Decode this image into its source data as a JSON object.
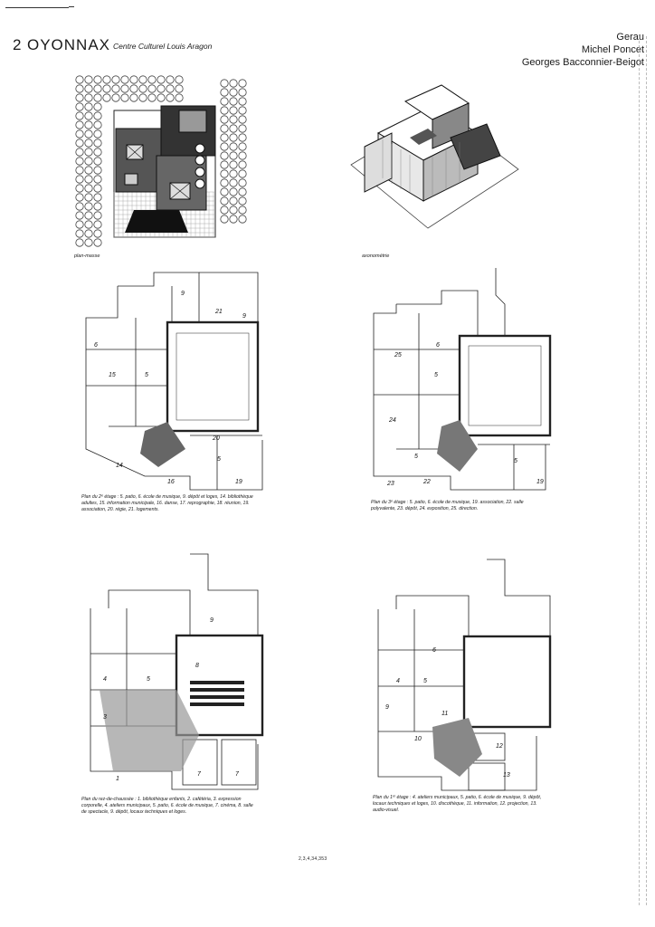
{
  "header": {
    "number": "2",
    "city": "OYONNAX",
    "subtitle": "Centre Culturel Louis Aragon",
    "authors": [
      "Gerau",
      "Michel Poncet",
      "Georges Bacconnier-Beigot"
    ]
  },
  "figures": {
    "site_plan_label": "plan-masse",
    "axonometric_label": "axonométrie"
  },
  "plans": {
    "floor2": {
      "caption": "Plan du 2ᵉ étage : 5. patio, 6. école de musique, 9. dépôt et loges, 14. bibliothèque adultes, 15. information municipale, 16. danse, 17. reprographie, 18. réunion, 19. association, 20. régie, 21. logements.",
      "rooms": [
        "9",
        "21",
        "9",
        "6",
        "15",
        "5",
        "14",
        "20",
        "5",
        "16",
        "19"
      ]
    },
    "floor3": {
      "caption": "Plan du 3ᵉ étage : 5. patio, 6. école de musique, 19. association, 22. salle polyvalente, 23. dépôt, 24. exposition, 25. direction.",
      "rooms": [
        "6",
        "25",
        "5",
        "24",
        "5",
        "23",
        "22",
        "5",
        "19"
      ]
    },
    "ground": {
      "caption": "Plan du rez-de-chaussée : 1. bibliothèque enfants, 2. cafétéria, 3. expression corporelle, 4. ateliers municipaux, 5. patio, 6. école de musique, 7. cinéma, 8. salle de spectacle, 9. dépôt, locaux techniques et loges.",
      "rooms": [
        "9",
        "4",
        "5",
        "8",
        "3",
        "1",
        "7",
        "7"
      ]
    },
    "floor1": {
      "caption": "Plan du 1ᵉʳ étage : 4. ateliers municipaux, 5. patio, 6. école de musique, 9. dépôt, locaux techniques et loges, 10. discothèque, 11. information, 12. projection, 13. audio-visuel.",
      "rooms": [
        "6",
        "4",
        "5",
        "9",
        "11",
        "10",
        "12",
        "13"
      ]
    }
  },
  "footer": {
    "page_code": "2,3,4,34,353"
  }
}
